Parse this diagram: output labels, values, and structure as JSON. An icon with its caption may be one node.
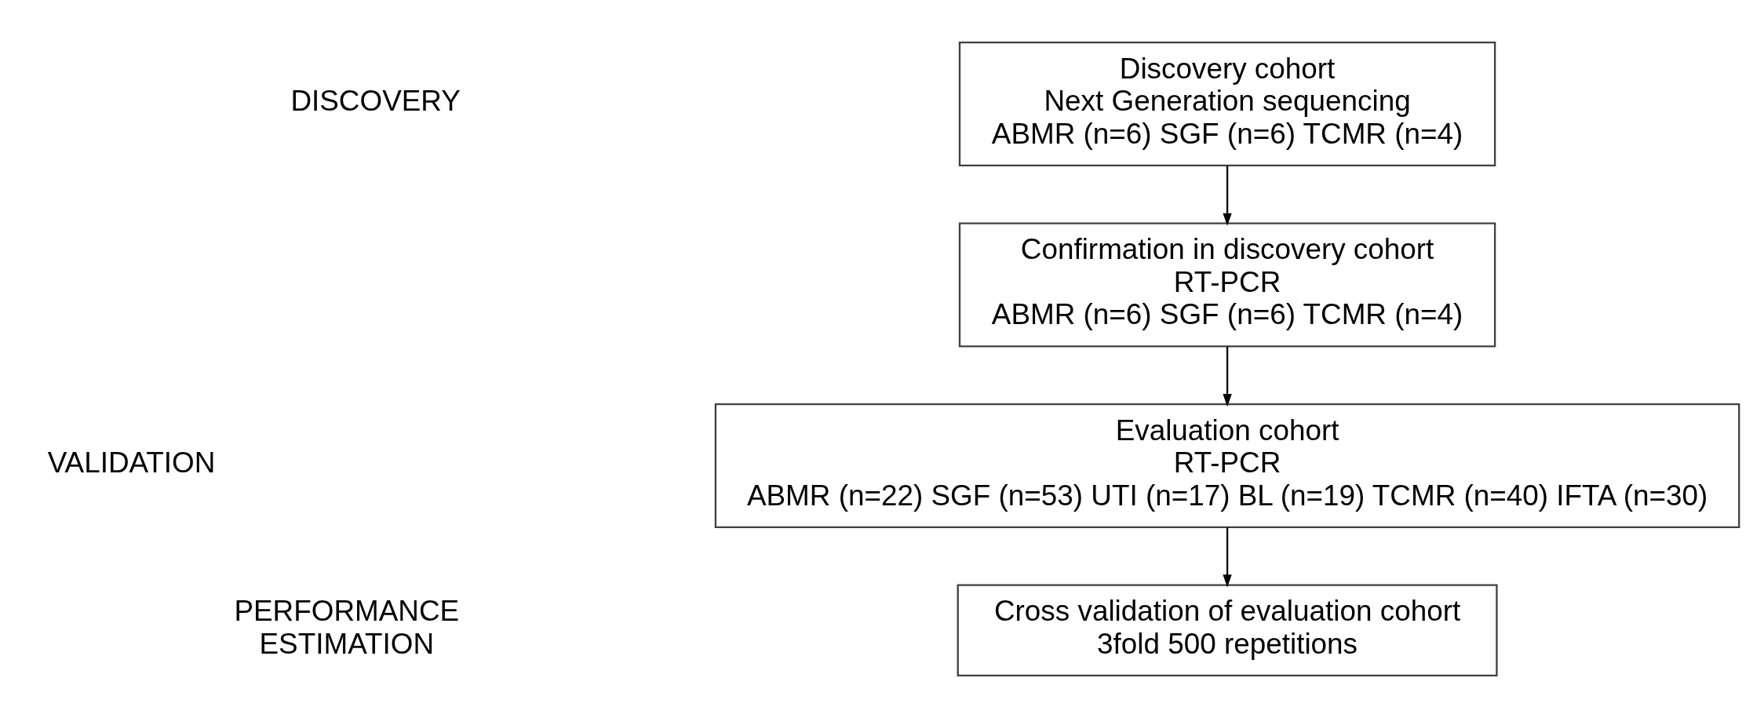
{
  "diagram": {
    "nodes": [
      {
        "text": [
          "Discovery cohort",
          "Next Generation sequencing",
          "ABMR (n=6) SGF (n=6) TCMR (n=4)"
        ]
      },
      {
        "text": [
          "Confirmation in discovery cohort",
          "RT-PCR",
          "ABMR (n=6) SGF (n=6) TCMR (n=4)"
        ]
      },
      {
        "text": [
          "Evaluation cohort",
          "RT-PCR",
          "ABMR (n=22) SGF (n=53) UTI (n=17) BL (n=19) TCMR (n=40) IFTA (n=30)"
        ]
      },
      {
        "text": [
          "Cross validation of evaluation cohort",
          "3fold 500 repetitions"
        ]
      }
    ],
    "edges": [
      {
        "from": 0,
        "to": 1,
        "arrow": "to"
      },
      {
        "from": 1,
        "to": 2,
        "arrow": "to"
      },
      {
        "from": 2,
        "to": 3,
        "arrow": "to"
      }
    ],
    "labels": [
      "DISCOVERY",
      "VALIDATION",
      "PERFORMANCE ESTIMATION"
    ]
  }
}
